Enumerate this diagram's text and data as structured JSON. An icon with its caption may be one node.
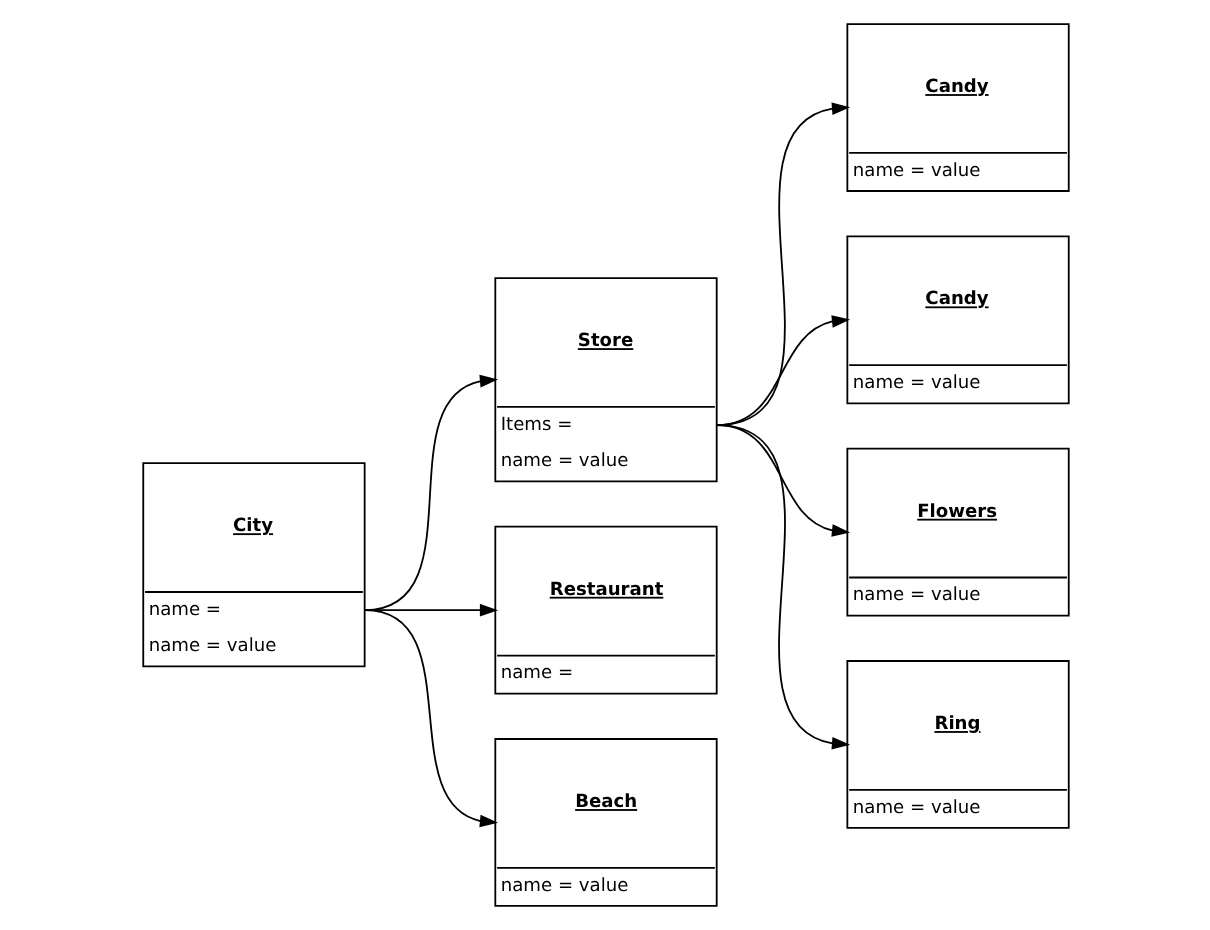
{
  "diagram": {
    "nodes": [
      {
        "text": [
          "City",
          "name =",
          "name = value"
        ]
      },
      {
        "text": [
          "Store",
          "Items =",
          "name = value"
        ]
      },
      {
        "text": [
          "Restaurant",
          "name ="
        ]
      },
      {
        "text": [
          "Beach",
          "name = value"
        ]
      },
      {
        "text": [
          "Candy",
          "name = value"
        ]
      },
      {
        "text": [
          "Candy",
          "name = value"
        ]
      },
      {
        "text": [
          "Flowers",
          "name = value"
        ]
      },
      {
        "text": [
          "Ring",
          "name = value"
        ]
      }
    ],
    "edges": [
      {
        "from": 0,
        "to": 1,
        "arrow": "to"
      },
      {
        "from": 0,
        "to": 2,
        "arrow": "to"
      },
      {
        "from": 0,
        "to": 3,
        "arrow": "to"
      },
      {
        "from": 1,
        "to": 4,
        "arrow": "to"
      },
      {
        "from": 1,
        "to": 5,
        "arrow": "to"
      },
      {
        "from": 1,
        "to": 6,
        "arrow": "to"
      },
      {
        "from": 1,
        "to": 7,
        "arrow": "to"
      }
    ]
  }
}
